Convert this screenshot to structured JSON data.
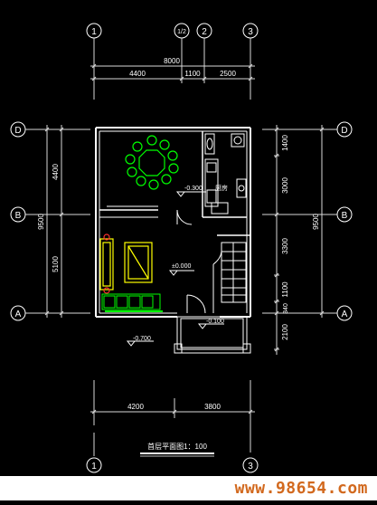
{
  "axes_top": [
    "1",
    "1/2",
    "2",
    "3"
  ],
  "axes_bottom": [
    "1",
    "3"
  ],
  "axes_left": [
    "D",
    "B",
    "A"
  ],
  "axes_right": [
    "D",
    "B",
    "A"
  ],
  "dims_top": {
    "total": "8000",
    "seg1": "4400",
    "seg2": "1100",
    "seg3": "2500"
  },
  "dims_bottom": {
    "seg1": "4200",
    "seg2": "3800"
  },
  "dims_left": {
    "upper": "4400",
    "lower": "5100",
    "total": "9500"
  },
  "dims_right": {
    "d1": "1400",
    "d2": "3000",
    "d3": "3300",
    "d4": "1100",
    "d5": "340",
    "d6": "2100",
    "total": "9500"
  },
  "levels": {
    "dining": "-0.300",
    "living": "±0.000",
    "porch": "-0.100",
    "outside": "-0.700"
  },
  "rooms": {
    "kitchen": "厨房"
  },
  "caption": "首层平面图1：100",
  "watermark": "www.98654.com",
  "colors": {
    "wall": "#ffffff",
    "dim_line": "#d9d9d9",
    "furniture_green": "#00ff00",
    "furniture_yellow": "#ffff00",
    "watermark_text": "#d2691e"
  }
}
